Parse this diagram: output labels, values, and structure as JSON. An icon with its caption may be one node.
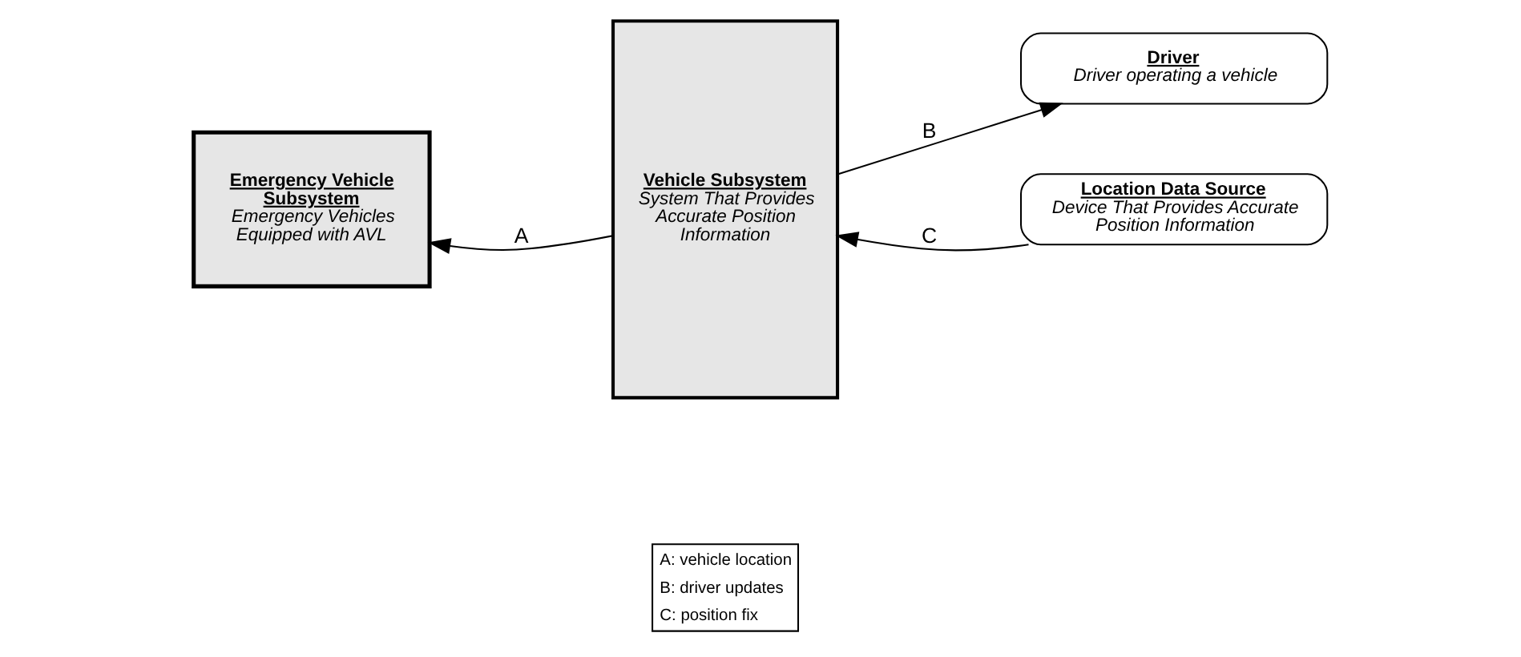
{
  "diagram": {
    "nodes": [
      {
        "text": [
          "Emergency Vehicle Subsystem",
          "Emergency Vehicles Equipped with AVL"
        ]
      },
      {
        "text": [
          "Vehicle Subsystem",
          "System That Provides Accurate Position Information"
        ]
      },
      {
        "text": [
          "Driver",
          "Driver operating a vehicle"
        ]
      },
      {
        "text": [
          "Location Data Source",
          "Device That Provides Accurate Position Information"
        ]
      }
    ],
    "edges": [
      {
        "from": 1,
        "to": 0,
        "arrow": "to",
        "label": "A"
      },
      {
        "from": 1,
        "to": 2,
        "arrow": "to",
        "label": "B"
      },
      {
        "from": 3,
        "to": 1,
        "arrow": "to",
        "label": "C"
      }
    ],
    "labels": [
      "A: vehicle location",
      "B: driver updates",
      "C: position fix"
    ]
  }
}
